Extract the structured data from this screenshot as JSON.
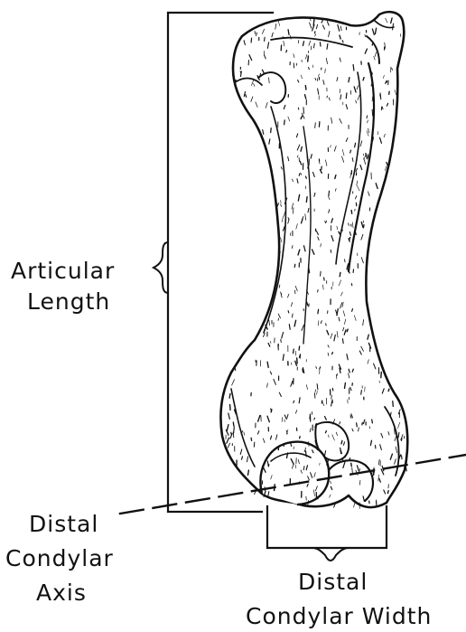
{
  "labels": {
    "articular_length": [
      "Articular",
      "Length"
    ],
    "distal_condylar_axis": [
      "Distal",
      "Condylar",
      "Axis"
    ],
    "distal_condylar_width": [
      "Distal",
      "Condylar Width"
    ]
  },
  "colors": {
    "ink": "#111111",
    "bone_fill": "#ffffff",
    "background": "#ffffff"
  }
}
